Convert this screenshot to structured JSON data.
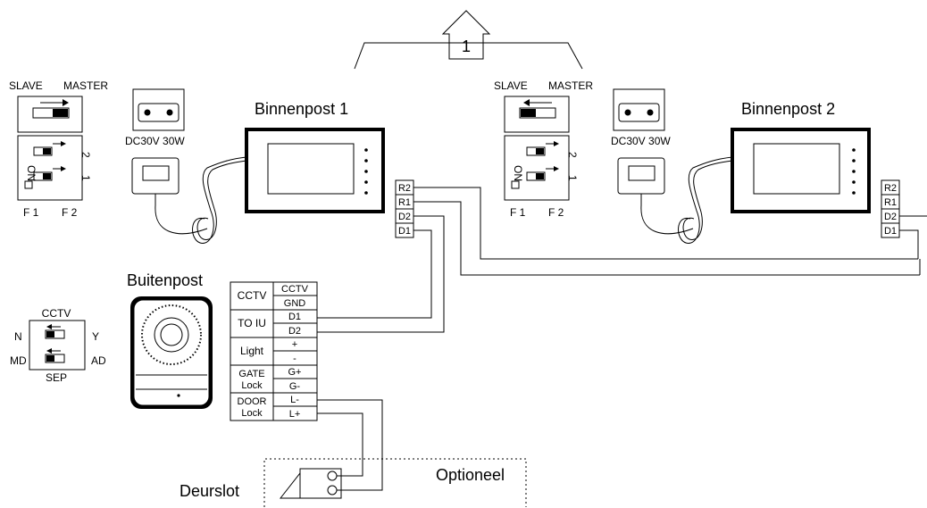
{
  "callout_number": "1",
  "switch_labels": {
    "slave": "SLAVE",
    "master": "MASTER",
    "on": "ON",
    "f1": "F 1",
    "f2": "F 2",
    "sw1": "1",
    "sw2": "2"
  },
  "power_label": "DC30V 30W",
  "monitors": [
    {
      "title": "Binnenpost 1"
    },
    {
      "title": "Binnenpost 2"
    }
  ],
  "monitor_terminals": [
    "R2",
    "R1",
    "D2",
    "D1"
  ],
  "outdoor_unit_title": "Buitenpost",
  "cctv_switch": {
    "title": "CCTV",
    "bottom": "SEP",
    "left_top": "N",
    "right_top": "Y",
    "left_bottom": "MD",
    "right_bottom": "AD"
  },
  "terminal_block": {
    "groups": [
      {
        "label": "CCTV",
        "label2": "",
        "pins": [
          "CCTV",
          "GND"
        ]
      },
      {
        "label": "TO IU",
        "label2": "",
        "pins": [
          "D1",
          "D2"
        ]
      },
      {
        "label": "Light",
        "label2": "",
        "pins": [
          "+",
          "-"
        ]
      },
      {
        "label": "GATE",
        "label2": "Lock",
        "pins": [
          "G+",
          "G-"
        ]
      },
      {
        "label": "DOOR",
        "label2": "Lock",
        "pins": [
          "L-",
          "L+"
        ]
      }
    ]
  },
  "door_lock_label": "Deurslot",
  "optional_label": "Optioneel"
}
